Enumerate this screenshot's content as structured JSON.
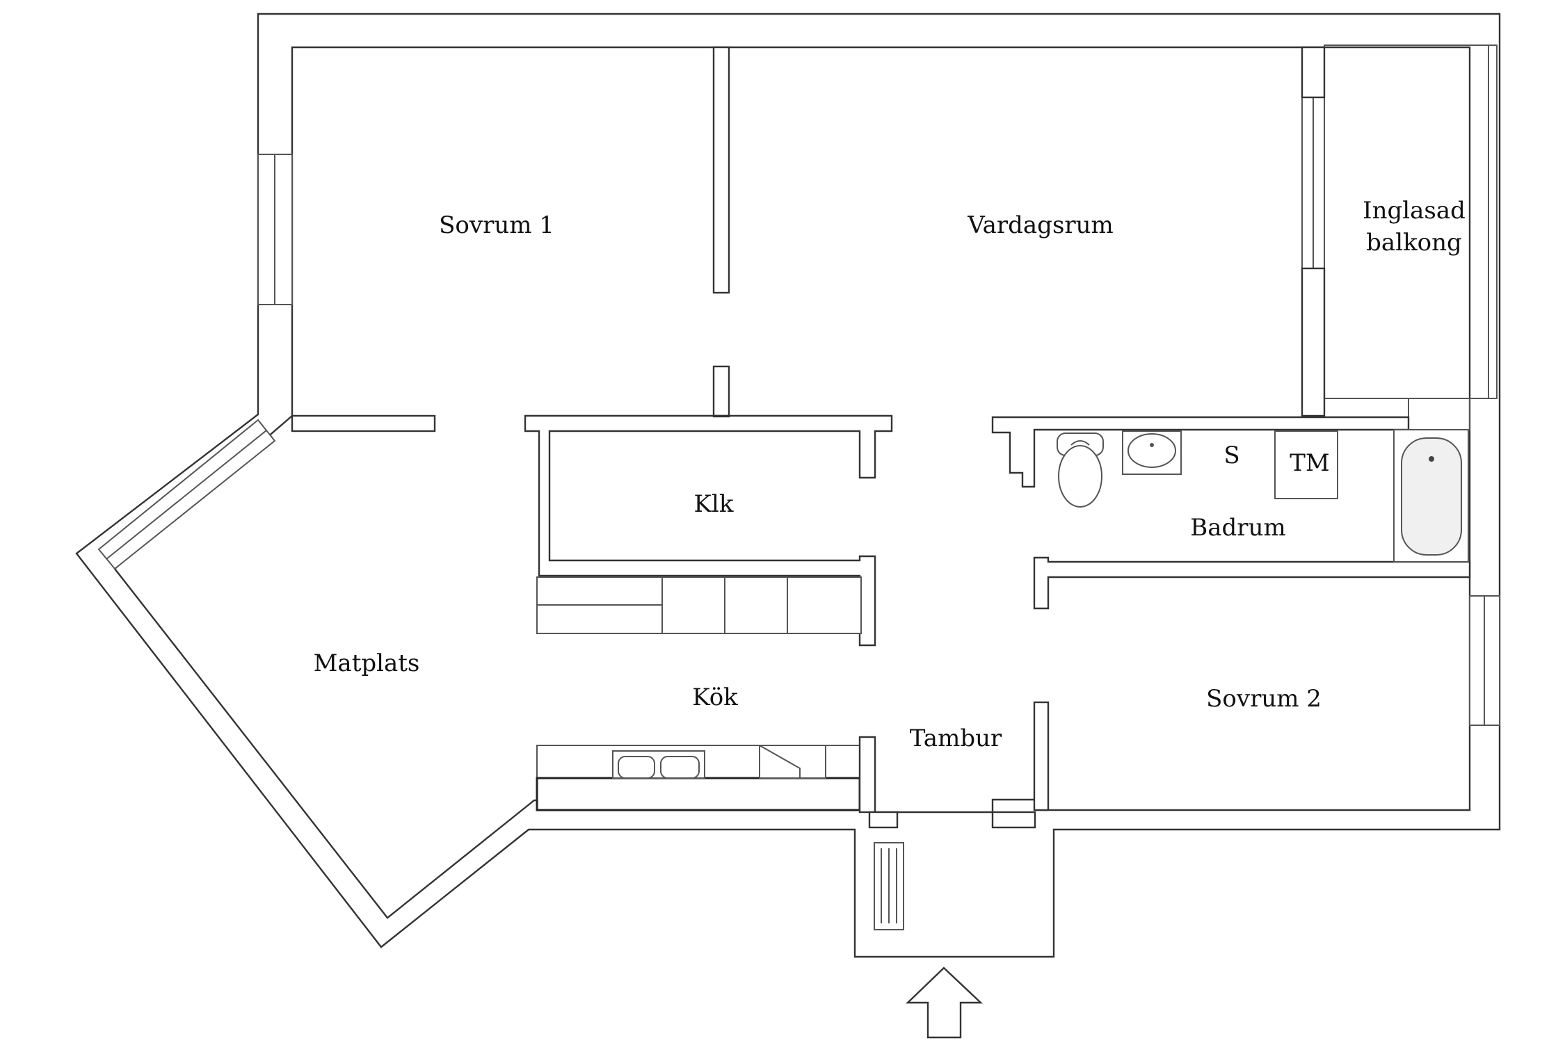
{
  "rooms": {
    "sovrum1": "Sovrum 1",
    "vardagsrum": "Vardagsrum",
    "balkong_line1": "Inglasad",
    "balkong_line2": "balkong",
    "klk": "Klk",
    "badrum": "Badrum",
    "matplats": "Matplats",
    "kok": "Kök",
    "tambur": "Tambur",
    "sovrum2": "Sovrum 2"
  },
  "fixtures": {
    "s": "S",
    "tm": "TM"
  }
}
